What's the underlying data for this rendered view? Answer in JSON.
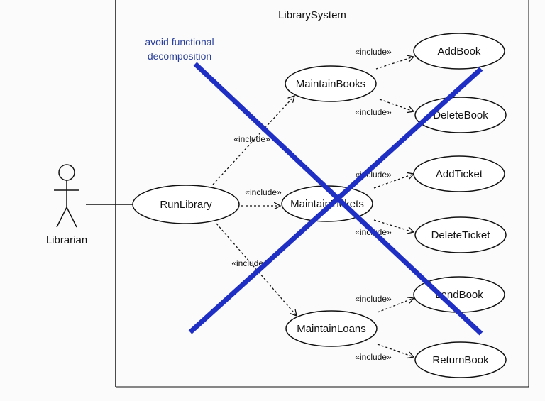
{
  "diagram": {
    "system_title": "LibrarySystem",
    "note": {
      "line1": "avoid functional",
      "line2": "decomposition"
    },
    "actor": {
      "label": "Librarian"
    },
    "use_cases": {
      "run_library": "RunLibrary",
      "maintain_books": "MaintainBooks",
      "maintain_tickets": "MaintainTickets",
      "maintain_loans": "MaintainLoans",
      "add_book": "AddBook",
      "delete_book": "DeleteBook",
      "add_ticket": "AddTicket",
      "delete_ticket": "DeleteTicket",
      "lend_book": "LendBook",
      "return_book": "ReturnBook"
    },
    "relation_label": "«include»",
    "colors": {
      "cross": "#1f2fc4",
      "note_text": "#2a3f9a",
      "line": "#111111"
    }
  }
}
